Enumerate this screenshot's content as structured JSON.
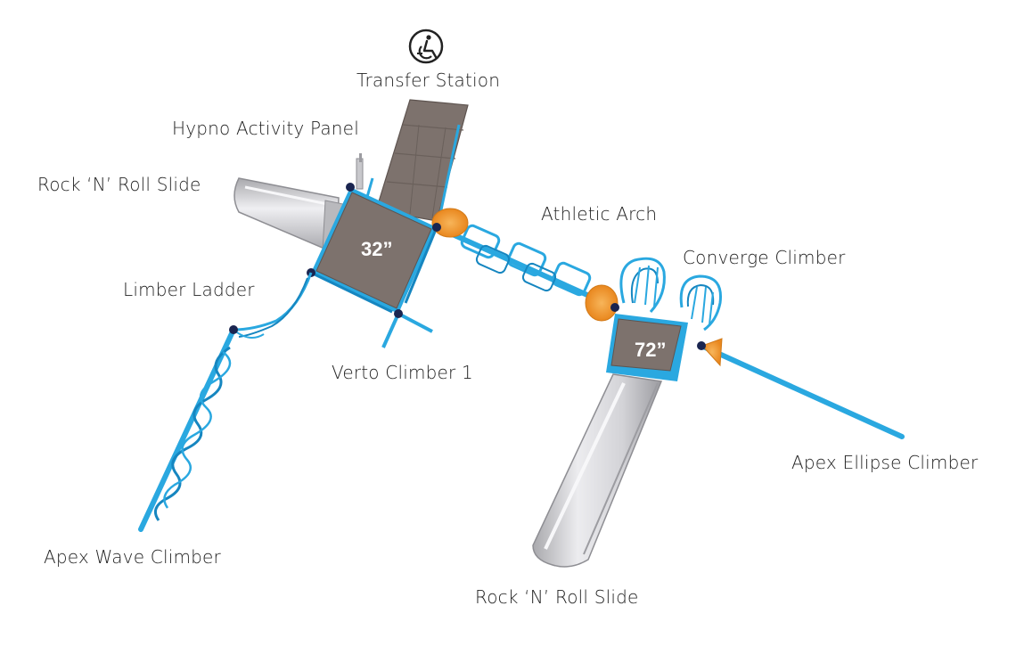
{
  "labels": {
    "transfer_station": "Transfer Station",
    "hypno_activity_panel": "Hypno Activity Panel",
    "rock_n_roll_slide_left": "Rock ‘N’ Roll Slide",
    "athletic_arch": "Athletic Arch",
    "converge_climber": "Converge Climber",
    "limber_ladder": "Limber Ladder",
    "verto_climber": "Verto Climber 1",
    "apex_ellipse_climber": "Apex Ellipse Climber",
    "apex_wave_climber": "Apex Wave Climber",
    "rock_n_roll_slide_bottom": "Rock ‘N’ Roll Slide"
  },
  "decks": {
    "deck_1_height": "32”",
    "deck_2_height": "72”"
  },
  "icons": {
    "accessibility": "wheelchair-accessibility-icon"
  },
  "colors": {
    "frame_blue": "#2aa8e0",
    "frame_blue_dark": "#1686c0",
    "deck_brown": "#7d726d",
    "slide_silver": "#c9c9cc",
    "cone_orange": "#f39a2b",
    "joint_navy": "#1a2550",
    "label_text": "#222222"
  }
}
